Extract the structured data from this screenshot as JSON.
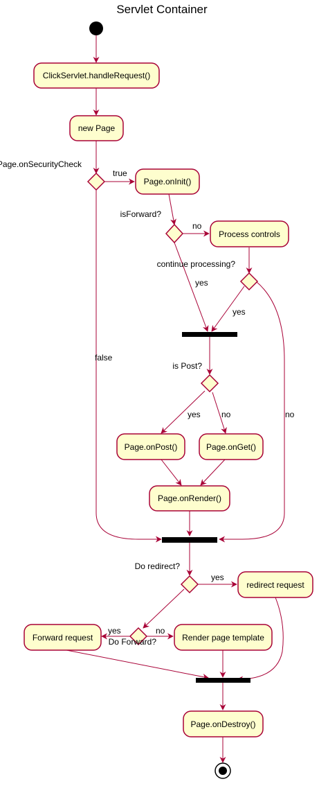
{
  "diagram": {
    "title": "Servlet Container",
    "colors": {
      "activity_fill": "#FEFECE",
      "border": "#A80036",
      "bar": "#000000"
    },
    "activities": {
      "handle_request": "ClickServlet.handleRequest()",
      "new_page": "new Page",
      "on_init": "Page.onInit()",
      "process_controls": "Process controls",
      "on_post": "Page.onPost()",
      "on_get": "Page.onGet()",
      "on_render": "Page.onRender()",
      "redirect_request": "redirect request",
      "forward_request": "Forward request",
      "render_template": "Render page template",
      "on_destroy": "Page.onDestroy()"
    },
    "guards": {
      "security_check": "Page.onSecurityCheck",
      "is_forward": "isForward?",
      "continue_processing": "continue processing?",
      "is_post": "is Post?",
      "do_redirect": "Do redirect?",
      "do_forward": "Do Forward?"
    },
    "edge_labels": {
      "security_true": "true",
      "security_false": "false",
      "forward_no": "no",
      "forward_yes": "yes",
      "continue_yes": "yes",
      "continue_no": "no",
      "post_yes": "yes",
      "post_no": "no",
      "redirect_yes": "yes",
      "doforward_yes": "yes",
      "doforward_no": "no"
    }
  }
}
